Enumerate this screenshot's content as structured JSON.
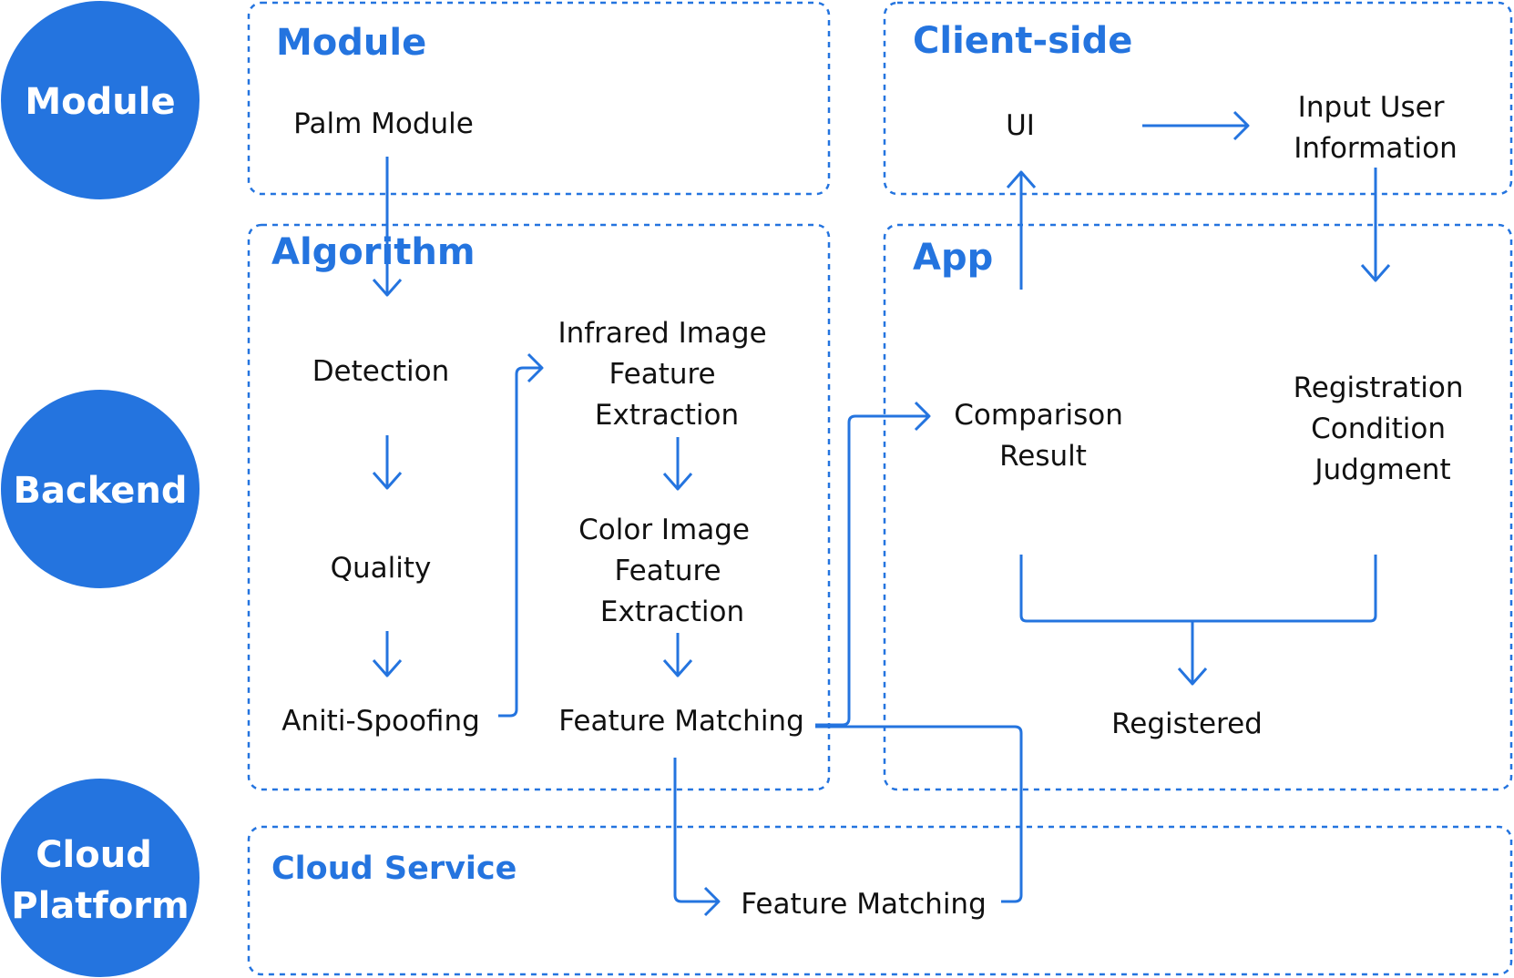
{
  "layers": {
    "module": [
      "Module"
    ],
    "backend": [
      "Backend"
    ],
    "cloud": [
      "Cloud",
      "Platform"
    ]
  },
  "groups": {
    "module": "Module",
    "algorithm": "Algorithm",
    "client": "Client-side",
    "app": "App",
    "cloud": "Cloud Service"
  },
  "nodes": {
    "palm_module": [
      "Palm Module"
    ],
    "detection": [
      "Detection"
    ],
    "quality": [
      "Quality"
    ],
    "anti_spoofing": [
      "Aniti-Spoofing"
    ],
    "infrared": [
      "Infrared Image",
      "Feature",
      "Extraction"
    ],
    "color": [
      "Color Image",
      "Feature",
      "Extraction"
    ],
    "feature_matching": [
      "Feature Matching"
    ],
    "ui": [
      "UI"
    ],
    "input_user": [
      "Input User",
      "Information"
    ],
    "comparison": [
      "Comparison",
      "Result"
    ],
    "registration": [
      "Registration",
      "Condition",
      "Judgment"
    ],
    "registered": [
      "Registered"
    ],
    "cloud_matching": [
      "Feature Matching"
    ]
  },
  "colors": {
    "accent": "#2474df",
    "text": "#111111",
    "background": "#ffffff"
  }
}
